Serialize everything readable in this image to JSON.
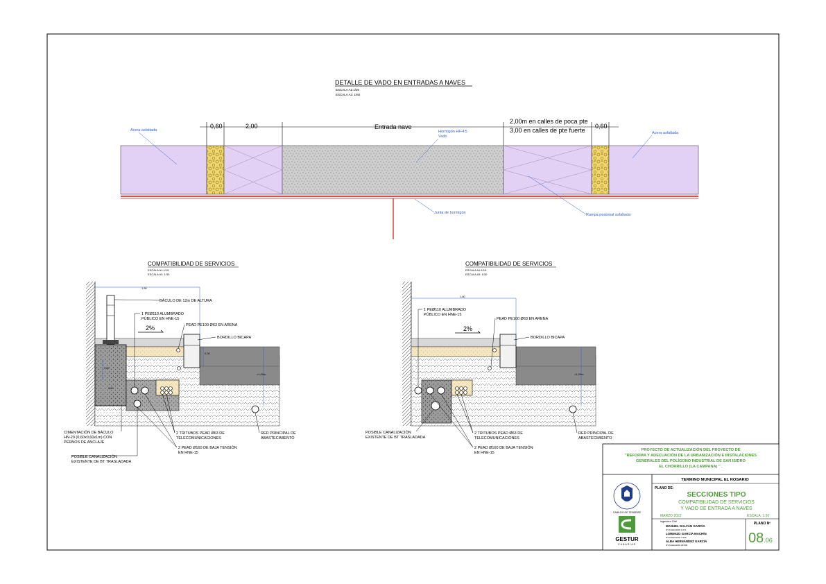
{
  "top_detail": {
    "title": "DETALLE DE VADO EN ENTRADAS A NAVES",
    "scale_a1": "ESCALA A1:1/30",
    "scale_a3": "ESCALA A3: 1/60",
    "dim_left_060": "0,60",
    "dim_left_200": "2,00",
    "dim_center": "Entrada nave",
    "dim_right_line1": "2,00m en calles de poca pte",
    "dim_right_line2": "3,00 en calles de pte fuerte",
    "dim_right_060": "0,60",
    "label_acera_left": "Acera asfaltada",
    "label_hormigon_line1": "Hormigón HF-4'5",
    "label_hormigon_line2": "Vado",
    "label_acera_right": "Acera asfaltada",
    "label_junta": "Junta de hormigón",
    "label_rampa": "Rampa peatonal asfaltada"
  },
  "section_left": {
    "title": "COMPATIBILIDAD DE SERVICIOS",
    "scale_a1": "ESCALA A1:1/15",
    "scale_a3": "ESCALA A3: 1/30",
    "dim_width": "1,80",
    "label_baculo": "BÁCULO DE 12m DE ALTURA",
    "label_pe110_line1": "1 PEØ110 ALUMBRADO",
    "label_pe110_line2": "PÚBLICO EN HNE-15",
    "slope": "2%",
    "label_pead_pe100": "PEAD PE100 Ø63 EN ARENA",
    "label_bordillo": "BORDILLO BICAPA",
    "dim_030": "0,30",
    "dim_depth": ">1,00m",
    "dim_small1": "0,60",
    "dim_small2": "0,60",
    "label_cimentacion_line1": "CIMENTACIÓN  DE BÁCULO",
    "label_cimentacion_line2": "HN-20 (0,60x0,60x1m) CON",
    "label_cimentacion_line3": "PERNOS DE ANCLAJE",
    "label_tritubos_line1": "2 TRITUBOS PEAD Ø63 DE",
    "label_tritubos_line2": "TELECOMUNICACIONES",
    "label_pead160_line1": "2 PEAD Ø160 DE BAJA TENSIÓN",
    "label_pead160_line2": "EN HNE-15",
    "label_red_line1": "RED PRINCIPAL DE",
    "label_red_line2": "ABASTECIMIENTO",
    "label_posible_line1": "POSIBLE CANALIZACIÓN",
    "label_posible_line2": "EXISTENTE DE BT TRASLADADA"
  },
  "section_right": {
    "title": "COMPATIBILIDAD DE SERVICIOS",
    "scale_a1": "ESCALA A1:1/15",
    "scale_a3": "ESCALA A3: 1/30",
    "dim_width": "1,80",
    "label_pe110_line1": "1 PEØ110 ALUMBRADO",
    "label_pe110_line2": "PÚBLICO EN HNE-15",
    "slope": "2%",
    "label_pead_pe100": "PEAD PE100 Ø63 EN ARENA",
    "label_bordillo": "BORDILLO BICAPA",
    "dim_depth": ">1,00m",
    "label_posible_line1": "POSIBLE CANALIZACIÓN",
    "label_posible_line2": "EXISTENTE DE BT TRASLADADA",
    "label_tritubos_line1": "2 TRITUBOS PEAD Ø63 DE",
    "label_tritubos_line2": "TELECOMUNICACIONES",
    "label_pead160_line1": "2 PEAD Ø160 DE BAJA TENSIÓN",
    "label_pead160_line2": "EN HNE-15",
    "label_red_line1": "RED PRINCIPAL DE",
    "label_red_line2": "ABASTECIMIENTO"
  },
  "title_block": {
    "project_line1": "PROYECTO DE ACTUALIZACIÓN DEL PROYECTO DE",
    "project_line2": "\"REFORMA Y ADECUACIÓN DE LA URBANIZACIÓN E INSTALACIONES",
    "project_line3": "GENERALES DEL POLÍGONO INDUSTRIAL DE SAN ISIDRO",
    "project_line4": "EL CHORRILLO (LA CAMPANA) \" .",
    "municipality": "TERMINO MUNICIPAL EL ROSARIO",
    "plano_de_label": "PLANO DE:",
    "plan_title": "SECCIONES TIPO",
    "plan_subtitle_line1": "COMPATIBILIDAD DE SERVICIOS",
    "plan_subtitle_line2": "Y VADO DE ENTRADA A NAVES",
    "date": "MARZO 2022",
    "scale": "ESCALA: 1:50",
    "engineers_label": "Ingeniero Civil",
    "engineer1": "MANUEL GALVÁN GARCÍA",
    "engineer1_col": "N°COLEGIADO 1.071",
    "engineer2": "LORENZO GARCÍA MACHÍN",
    "engineer2_col": "N°COLEGIADO 7.665",
    "engineer3": "ALBA HERNÁNDEZ GARCÍA",
    "engineer3_col": "N°COLEGIADO 28.606",
    "plano_no_label": "PLANO Nº",
    "plano_no_main": "08",
    "plano_no_sub": ".06",
    "logo1_text": "CABILDO DE TENERIFE",
    "logo2_text": "GESTUR",
    "logo2_sub": "CANARIAS"
  },
  "colors": {
    "acera_fill": "#e3d0f5",
    "vado_fill": "#c8c8c8",
    "bordillo_fill": "#efd770",
    "sand_fill": "#f4e6bf",
    "road_fill": "#8a8a8a",
    "joint_red": "#d01010",
    "label_blue": "#2f5fd0",
    "title_green": "#4f9a3a"
  }
}
